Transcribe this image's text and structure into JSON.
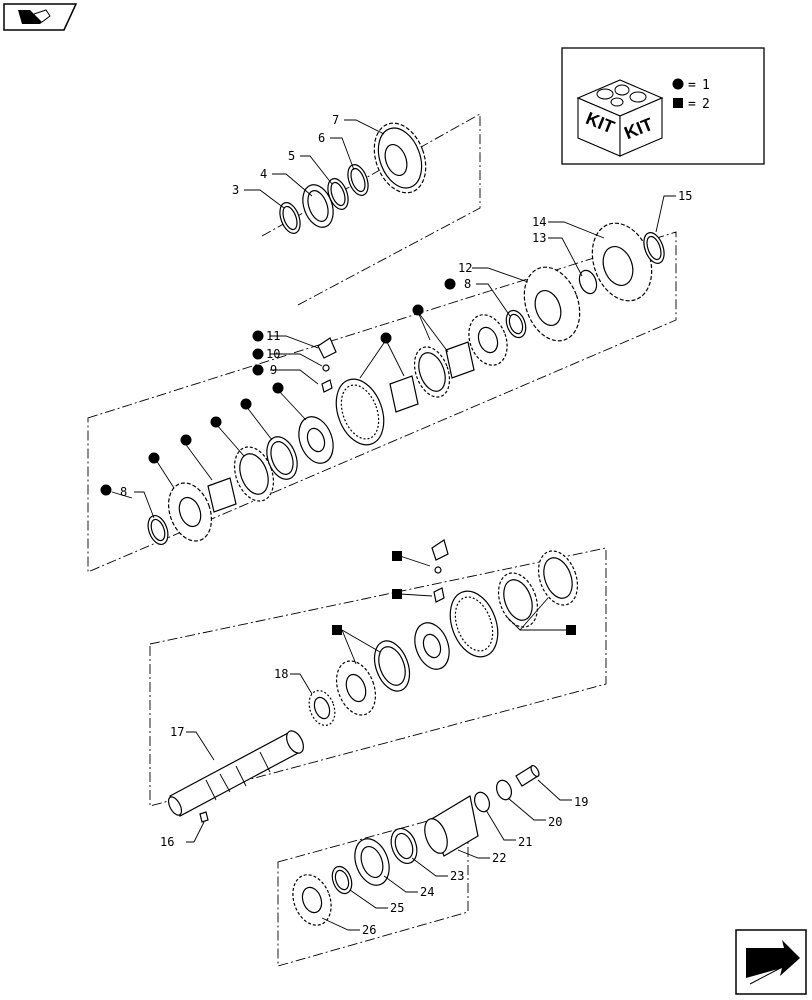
{
  "diagram": {
    "legend": {
      "box_labels": [
        "KIT",
        "KIT"
      ],
      "entries": [
        {
          "symbol": "circle",
          "equals": "=",
          "value": "1"
        },
        {
          "symbol": "square",
          "equals": "=",
          "value": "2"
        }
      ]
    },
    "callouts": [
      "3",
      "4",
      "5",
      "6",
      "7",
      "8",
      "8",
      "9",
      "10",
      "11",
      "12",
      "13",
      "14",
      "15",
      "16",
      "17",
      "18",
      "19",
      "20",
      "21",
      "22",
      "23",
      "24",
      "25",
      "26"
    ],
    "icons": {
      "top_left": "book-navigation-icon",
      "bottom_right": "next-page-arrow-icon"
    }
  }
}
